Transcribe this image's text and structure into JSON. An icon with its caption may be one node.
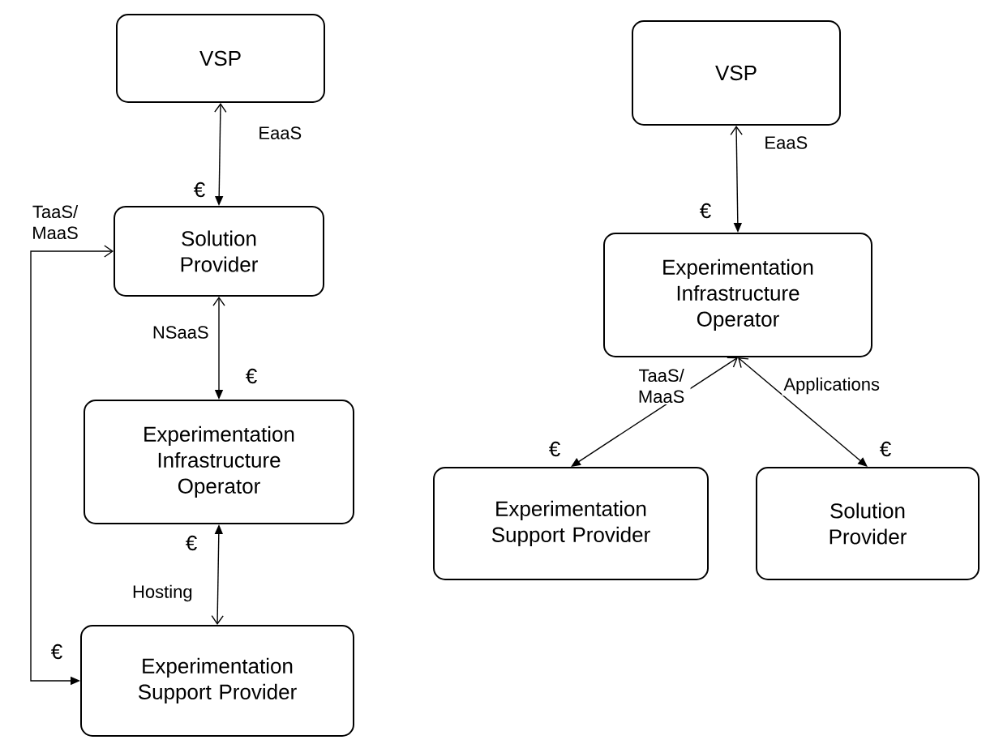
{
  "diagram": {
    "nodes": [
      {
        "text": [
          "VSP"
        ]
      },
      {
        "text": [
          "Solution Provider"
        ]
      },
      {
        "text": [
          "Experimentation Infrastructure Operator"
        ]
      },
      {
        "text": [
          "Experimentation Support Provider"
        ]
      },
      {
        "text": [
          "VSP"
        ]
      },
      {
        "text": [
          "Experimentation Infrastructure Operator"
        ]
      },
      {
        "text": [
          "Experimentation Support Provider"
        ]
      },
      {
        "text": [
          "Solution Provider"
        ]
      }
    ],
    "edges": [
      {
        "from": 0,
        "to": 1,
        "arrow": "both",
        "label": "EaaS"
      },
      {
        "from": 1,
        "to": 2,
        "arrow": "both",
        "label": "NSaaS"
      },
      {
        "from": 3,
        "to": 2,
        "arrow": "both",
        "label": "Hosting"
      },
      {
        "from": 1,
        "to": 3,
        "arrow": "both",
        "label": "TaaS/ MaaS"
      },
      {
        "from": 4,
        "to": 5,
        "arrow": "both",
        "label": "EaaS"
      },
      {
        "from": 5,
        "to": 6,
        "arrow": "both",
        "label": "TaaS/ MaaS"
      },
      {
        "from": 5,
        "to": 7,
        "arrow": "both",
        "label": "Applications"
      }
    ],
    "labels": [
      "€",
      "€",
      "€",
      "€",
      "€",
      "€",
      "€"
    ]
  }
}
